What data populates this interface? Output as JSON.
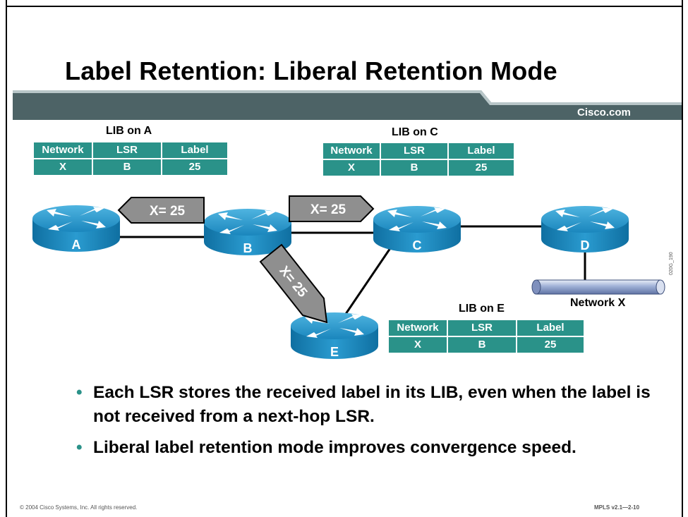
{
  "slide": {
    "title": "Label Retention: Liberal Retention Mode",
    "brand": "Cisco.com",
    "footer_left": "© 2004 Cisco Systems, Inc. All rights reserved.",
    "footer_right": "MPLS v2.1—2-10",
    "side_code": "020G_190"
  },
  "lib_headers": [
    "Network",
    "LSR",
    "Label"
  ],
  "lib_tables": [
    {
      "title": "LIB on A",
      "rows": [
        [
          "X",
          "B",
          "25"
        ]
      ]
    },
    {
      "title": "LIB on C",
      "rows": [
        [
          "X",
          "B",
          "25"
        ]
      ]
    },
    {
      "title": "LIB on E",
      "rows": [
        [
          "X",
          "B",
          "25"
        ]
      ]
    }
  ],
  "routers": [
    {
      "label": "A"
    },
    {
      "label": "B"
    },
    {
      "label": "C"
    },
    {
      "label": "D"
    },
    {
      "label": "E"
    }
  ],
  "label_advertisements": [
    {
      "text": "X= 25"
    },
    {
      "text": "X= 25"
    },
    {
      "text": "X= 25"
    }
  ],
  "network": {
    "label": "Network X"
  },
  "bullets": [
    "Each LSR stores the received label in its LIB, even when the label is not received from a next-hop LSR.",
    "Liberal label retention mode improves convergence speed."
  ],
  "colors": {
    "teal": "#2a9289",
    "router_blue": "#1e8fc3",
    "banner_gray": "#4d6366",
    "arrow_gray": "#8f8f8f"
  }
}
